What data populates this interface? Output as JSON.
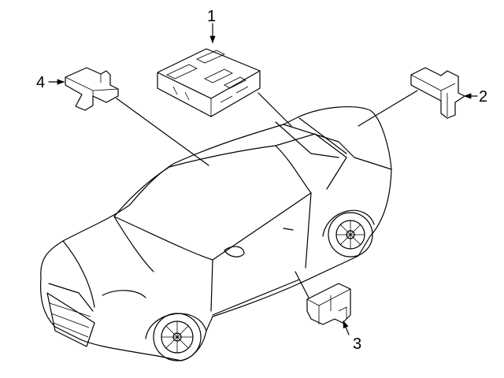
{
  "callouts": [
    {
      "number": "1",
      "part": "control-module"
    },
    {
      "number": "2",
      "part": "bracket-right"
    },
    {
      "number": "3",
      "part": "sensor"
    },
    {
      "number": "4",
      "part": "bracket-left"
    }
  ]
}
